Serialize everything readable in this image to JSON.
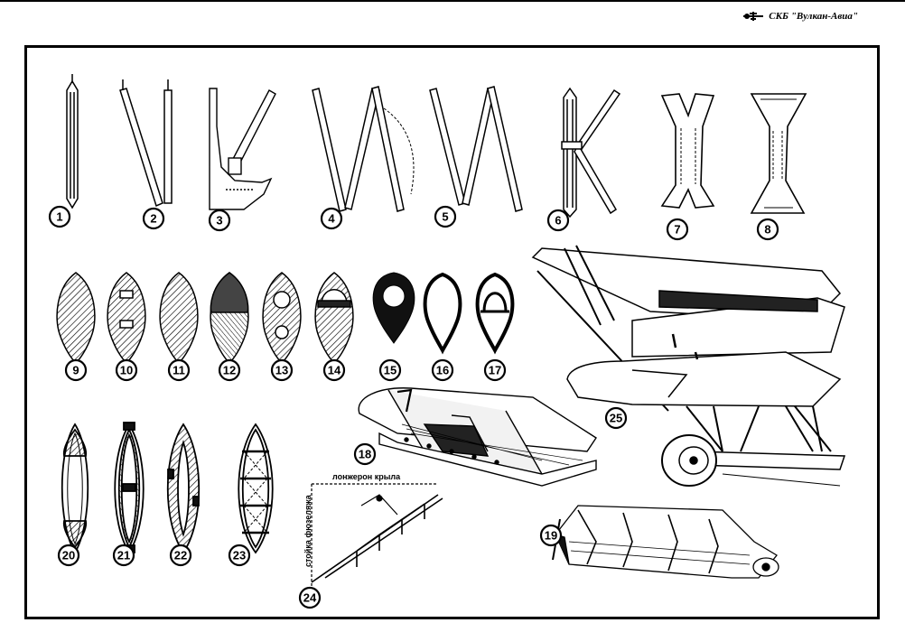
{
  "header": {
    "brand": "СКБ \"Вулкан-Авиа\""
  },
  "labels": {
    "spar": "лонжерон крыла",
    "fuselage_post": "стойка фюзеляжа"
  },
  "numbers": [
    "1",
    "2",
    "3",
    "4",
    "5",
    "6",
    "7",
    "8",
    "9",
    "10",
    "11",
    "12",
    "13",
    "14",
    "15",
    "16",
    "17",
    "18",
    "19",
    "20",
    "21",
    "22",
    "23",
    "24",
    "25"
  ]
}
